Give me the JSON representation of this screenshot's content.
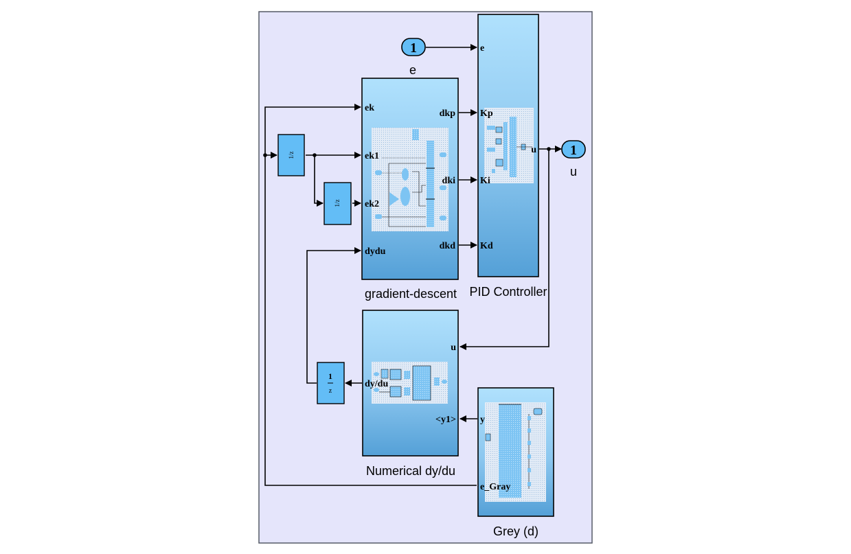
{
  "diagram": {
    "type": "simulink-subsystem",
    "colors": {
      "canvas_bg": "#e5e5fb",
      "block_top": "#afe0fc",
      "block_bottom": "#5aa3d9",
      "port_fill": "#63bdf6",
      "thumb_bg": "#d8e6f4",
      "thumb_accent": "#7cc4f4"
    },
    "inport": {
      "number": "1",
      "signal_label": "e"
    },
    "outport": {
      "number": "1",
      "signal_label": "u"
    },
    "delays": [
      {
        "name": "delay-1",
        "text": "1/z"
      },
      {
        "name": "delay-2",
        "text": "1/z"
      },
      {
        "name": "delay-3",
        "num": "1",
        "den": "z"
      }
    ],
    "blocks": {
      "gradient_descent": {
        "name": "gradient-descent",
        "inputs": [
          "ek",
          "ek1",
          "ek2",
          "dydu"
        ],
        "outputs": [
          "dkp",
          "dki",
          "dkd"
        ]
      },
      "pid": {
        "name": "PID Controller",
        "inputs": [
          "e",
          "Kp",
          "Ki",
          "Kd"
        ],
        "outputs": [
          "u"
        ]
      },
      "numerical": {
        "name": "Numerical dy/du",
        "inputs": [
          "u",
          "<y1>"
        ],
        "outputs": [
          "dy/du"
        ]
      },
      "grey": {
        "name": "Grey (d)",
        "outputs": [
          "y",
          "e_Gray"
        ]
      }
    }
  }
}
